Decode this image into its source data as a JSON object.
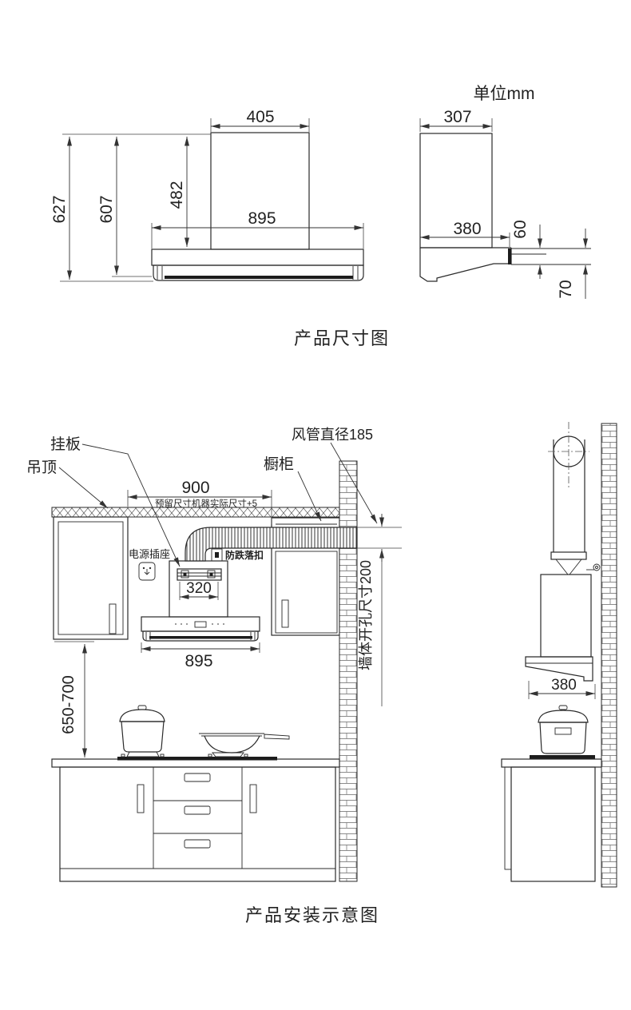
{
  "ink_color": "#2a2a2a",
  "unit_label": "单位mm",
  "size_diagram": {
    "caption": "产品尺寸图",
    "front": {
      "top_width": "405",
      "total_height": "627",
      "mid_height": "607",
      "chimney_height": "482",
      "body_width": "895"
    },
    "side": {
      "top_depth": "307",
      "body_depth": "380",
      "step_height": "60",
      "lip_height": "70"
    }
  },
  "install_diagram": {
    "caption": "产品安装示意图",
    "callouts": {
      "hanging_plate": "挂板",
      "ceiling": "吊顶",
      "cabinet": "橱柜",
      "duct_diameter": "风管直径185",
      "power_socket": "电源插座",
      "anti_fall_clip": "防跌落扣",
      "wall_opening": "墙体开孔尺寸200"
    },
    "dims": {
      "reserved_width": "900",
      "reserved_note": "预留尺寸机器实际尺寸+5",
      "plate_width": "320",
      "hood_width": "895",
      "install_height": "650-700",
      "hood_depth": "380"
    }
  }
}
